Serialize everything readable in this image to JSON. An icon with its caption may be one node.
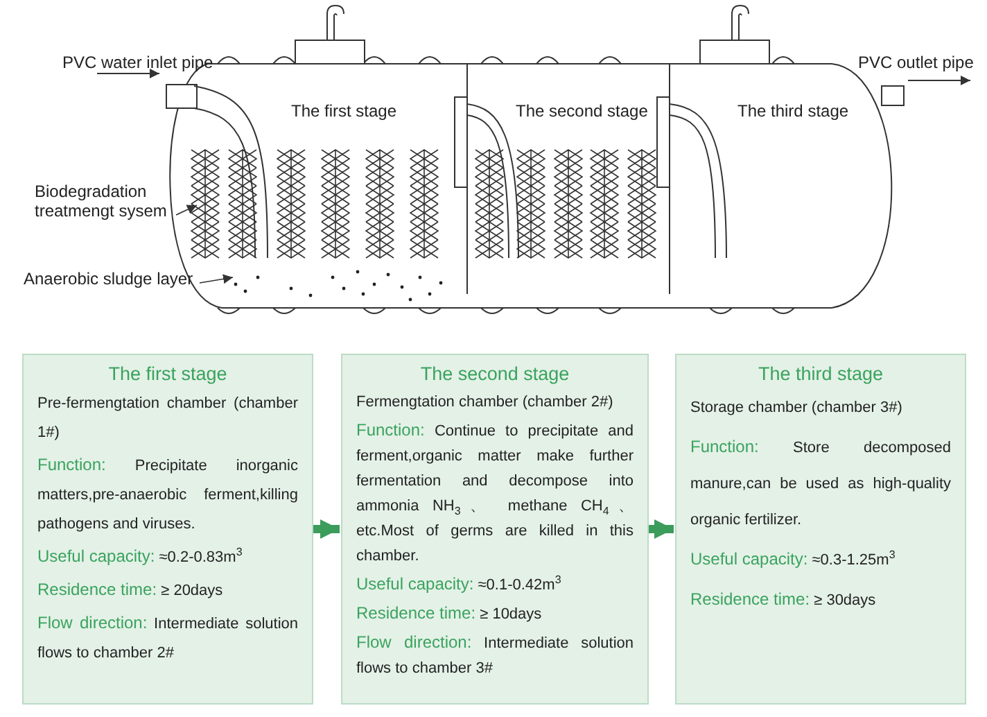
{
  "diagram": {
    "nodes": [
      {
        "text": [
          "Biodegradation treatmengt sysem"
        ]
      },
      {
        "text": [
          "Anaerobic sludge layer"
        ]
      },
      {
        "text": [
          "The first stage",
          "Pre-fermengtation chamber (chamber 1#)",
          "Function:",
          "Precipitate inorganic matters,pre-anaerobic ferment,killing pathogens and viruses.",
          "Useful capacity:",
          "≈0.2-0.83m$^{3}$",
          "Residence time:",
          "≥ 20days",
          "Flow direction:",
          "Intermediate solution flows to chamber 2#"
        ]
      },
      {
        "text": [
          "The second stage",
          "Fermengtation chamber (chamber 2#)",
          "Function:",
          "Continue to precipitate and ferment,organic matter make further fermentation and decompose into ammonia NH$_{3}$、 methane CH$_{4}$、 etc.Most of germs are killed in this chamber.",
          "Useful capacity:",
          "≈0.1-0.42m$^{3}$",
          "Residence time:",
          "≥ 10days",
          "Flow direction:",
          "Intermediate solution flows to chamber 3#"
        ]
      },
      {
        "text": [
          "The third stage",
          "Storage chamber (chamber 3#)",
          "Function:",
          "Store decomposed manure,can be used as high-quality organic fertilizer.",
          "Useful capacity:",
          "≈0.3-1.25m$^{3}$",
          "Residence time:",
          "≥ 30days"
        ]
      }
    ],
    "edges": [
      {
        "from": 0,
        "to": null,
        "arrow": "to"
      },
      {
        "from": 1,
        "to": null,
        "arrow": "to"
      },
      {
        "from": 2,
        "to": 3,
        "arrow": "to",
        "style": "thick",
        "color": "#3c9c5c"
      },
      {
        "from": 3,
        "to": 4,
        "arrow": "to",
        "style": "thick",
        "color": "#3c9c5c"
      }
    ],
    "labels": [
      "PVC water inlet pipe",
      "The first stage",
      "The second stage",
      "The third stage",
      "PVC outlet pipe"
    ]
  }
}
